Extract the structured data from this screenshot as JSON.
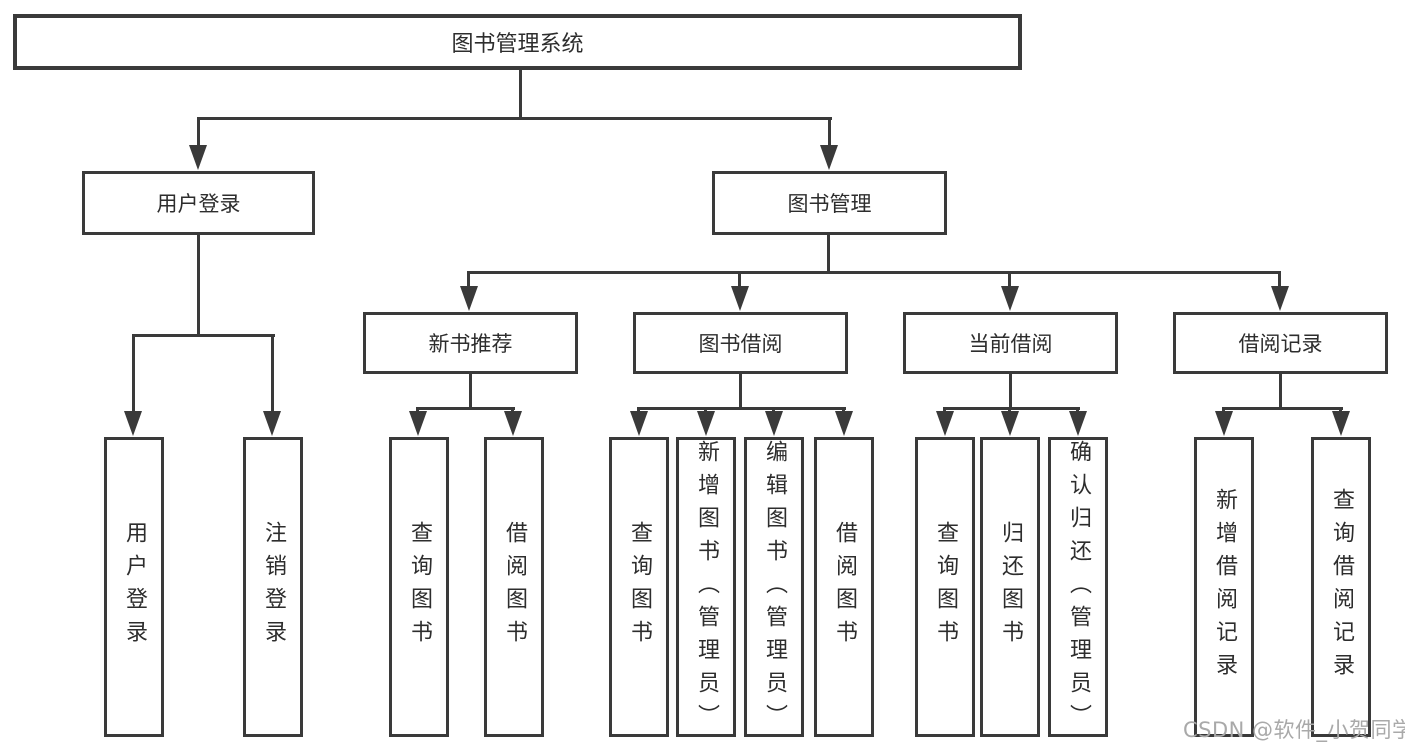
{
  "tree": {
    "label": "图书管理系统",
    "children": [
      {
        "label": "用户登录",
        "children": [
          {
            "label": "用户登录"
          },
          {
            "label": "注销登录"
          }
        ]
      },
      {
        "label": "图书管理",
        "children": [
          {
            "label": "新书推荐",
            "children": [
              {
                "label": "查询图书"
              },
              {
                "label": "借阅图书"
              }
            ]
          },
          {
            "label": "图书借阅",
            "children": [
              {
                "label": "查询图书"
              },
              {
                "label": "新增图书（管理员）"
              },
              {
                "label": "编辑图书（管理员）"
              },
              {
                "label": "借阅图书"
              }
            ]
          },
          {
            "label": "当前借阅",
            "children": [
              {
                "label": "查询图书"
              },
              {
                "label": "归还图书"
              },
              {
                "label": "确认归还（管理员）"
              }
            ]
          },
          {
            "label": "借阅记录",
            "children": [
              {
                "label": "新增借阅记录"
              },
              {
                "label": "查询借阅记录"
              }
            ]
          }
        ]
      }
    ]
  },
  "watermark": {
    "text": "CSDN @软件_小贺同学"
  },
  "colors": {
    "line": "#3a3a3a",
    "text": "#2d2d2d",
    "watermark": "#a9a9a9",
    "background": "#ffffff"
  }
}
